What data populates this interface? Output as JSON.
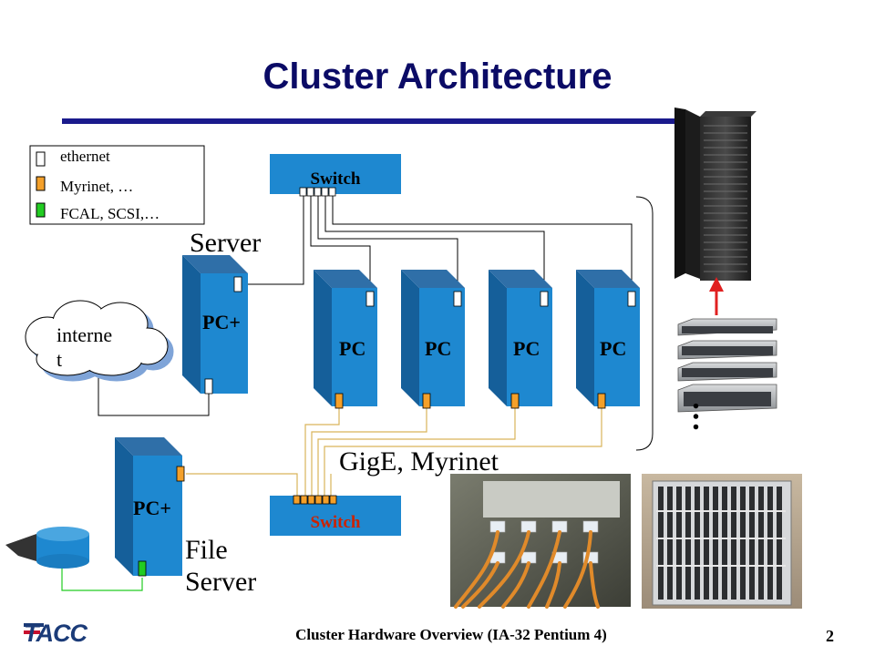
{
  "title": "Cluster Architecture",
  "legend": {
    "items": [
      {
        "label": "ethernet",
        "color": "#ffffff"
      },
      {
        "label": "Myrinet, …",
        "color": "#f4a02a"
      },
      {
        "label": "FCAL, SCSI,…",
        "color": "#22cc22"
      }
    ]
  },
  "labels": {
    "server": "Server",
    "file_server_line1": "File",
    "file_server_line2": "Server",
    "gige_myrinet": "GigE, Myrinet",
    "internet_line1": "interne",
    "internet_line2": "t"
  },
  "switches": {
    "top_label": "Switch",
    "bottom_label": "Switch"
  },
  "nodes": {
    "server_pc": "PC+",
    "file_server_pc": "PC+",
    "compute": [
      "PC",
      "PC",
      "PC",
      "PC"
    ]
  },
  "ellipsis": "…",
  "footer": {
    "logo": "TACC",
    "caption": "Cluster Hardware Overview (IA-32 Pentium 4)",
    "page_number": "2"
  },
  "colors": {
    "title": "#0b0b66",
    "rule": "#1a1a8c",
    "pc_front": "#1e88d0",
    "pc_side": "#155f9a",
    "switch_fill": "#1e88d0",
    "ethernet_line": "#000000",
    "myrinet_line": "#d9b45a",
    "fcal_line": "#22cc22",
    "myrinet_port": "#f4a02a",
    "fcal_port": "#22cc22",
    "bottom_switch_text": "#cc2200",
    "arrow": "#e02020"
  }
}
